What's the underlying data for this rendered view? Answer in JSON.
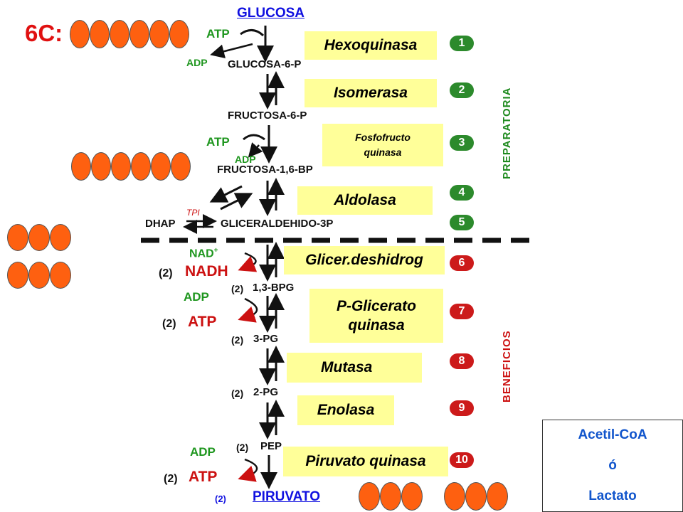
{
  "title": "GLUCOSA",
  "end_product": "PIRUVATO",
  "carbon_label": "6C:",
  "metabolites": {
    "g6p": "GLUCOSA-6-P",
    "f6p": "FRUCTOSA-6-P",
    "f16bp": "FRUCTOSA-1,6-BP",
    "dhap": "DHAP",
    "g3p": "GLICERALDEHIDO-3P",
    "bpg": "1,3-BPG",
    "pg3": "3-PG",
    "pg2": "2-PG",
    "pep": "PEP"
  },
  "multipliers": {
    "bpg": "(2)",
    "pg3": "(2)",
    "pg2": "(2)",
    "pep": "(2)",
    "nadh": "(2)",
    "atp7": "(2)",
    "atp10": "(2)",
    "piruvato": "(2)"
  },
  "tpi_label": "TPI",
  "enzymes": [
    {
      "name": "Hexoquinasa",
      "step": "1"
    },
    {
      "name": "Isomerasa",
      "step": "2"
    },
    {
      "name": "Fosfofructo quinasa",
      "line1": "Fosfofructo",
      "line2": "quinasa",
      "step": "3"
    },
    {
      "name": "Aldolasa",
      "step": "4"
    },
    {
      "name": "",
      "step": "5"
    },
    {
      "name": "Glicer.deshidrog",
      "step": "6"
    },
    {
      "name": "P-Glicerato quinasa",
      "line1": "P-Glicerato",
      "line2": "quinasa",
      "step": "7"
    },
    {
      "name": "Mutasa",
      "step": "8"
    },
    {
      "name": "Enolasa",
      "step": "9"
    },
    {
      "name": "Piruvato quinasa",
      "step": "10"
    }
  ],
  "cofactors": {
    "atp1": "ATP",
    "adp1": "ADP",
    "atp3": "ATP",
    "adp3": "ADP",
    "nad": "NAD",
    "nad_sup": "+",
    "nadh": "NADH",
    "adp7": "ADP",
    "atp7": "ATP",
    "adp10": "ADP",
    "atp10": "ATP"
  },
  "phases": {
    "preparatory": "PREPARATORIA",
    "benefits": "BENEFICIOS"
  },
  "result_box": {
    "line1": "Acetil-CoA",
    "line2": "ó",
    "line3": "Lactato"
  },
  "colors": {
    "enzyme_box": "#ffff99",
    "step_green": "#2c8a2c",
    "step_red": "#cc1a1a",
    "carbon_ball": "#fe6010",
    "title_blue": "#1010e0",
    "cofactor_green": "#1e961e",
    "product_red": "#cc1111"
  }
}
